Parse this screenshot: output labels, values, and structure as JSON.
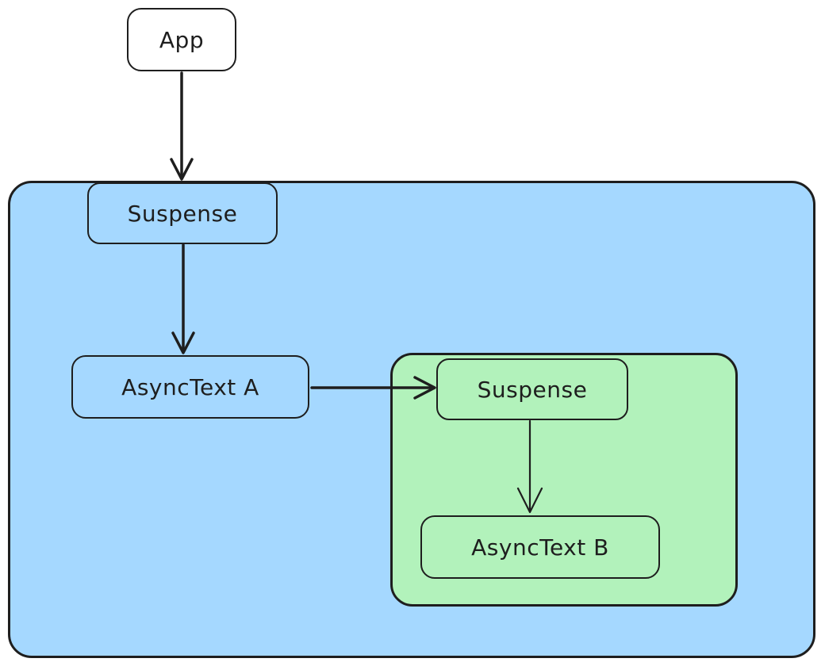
{
  "diagram": {
    "nodes": {
      "app": {
        "label": "App"
      },
      "suspense_outer": {
        "label": "Suspense"
      },
      "async_text_a": {
        "label": "AsyncText A"
      },
      "suspense_inner": {
        "label": "Suspense"
      },
      "async_text_b": {
        "label": "AsyncText B"
      }
    },
    "boundaries": {
      "outer": {
        "fill": "#a5d8ff"
      },
      "inner": {
        "fill": "#b2f2bb"
      }
    },
    "edges": [
      {
        "from": "App",
        "to": "Suspense (outer)"
      },
      {
        "from": "Suspense (outer)",
        "to": "AsyncText A"
      },
      {
        "from": "AsyncText A",
        "to": "Suspense (inner)"
      },
      {
        "from": "Suspense (inner)",
        "to": "AsyncText B"
      }
    ],
    "stroke_color": "#1e1e1e",
    "background_color": "#ffffff"
  }
}
